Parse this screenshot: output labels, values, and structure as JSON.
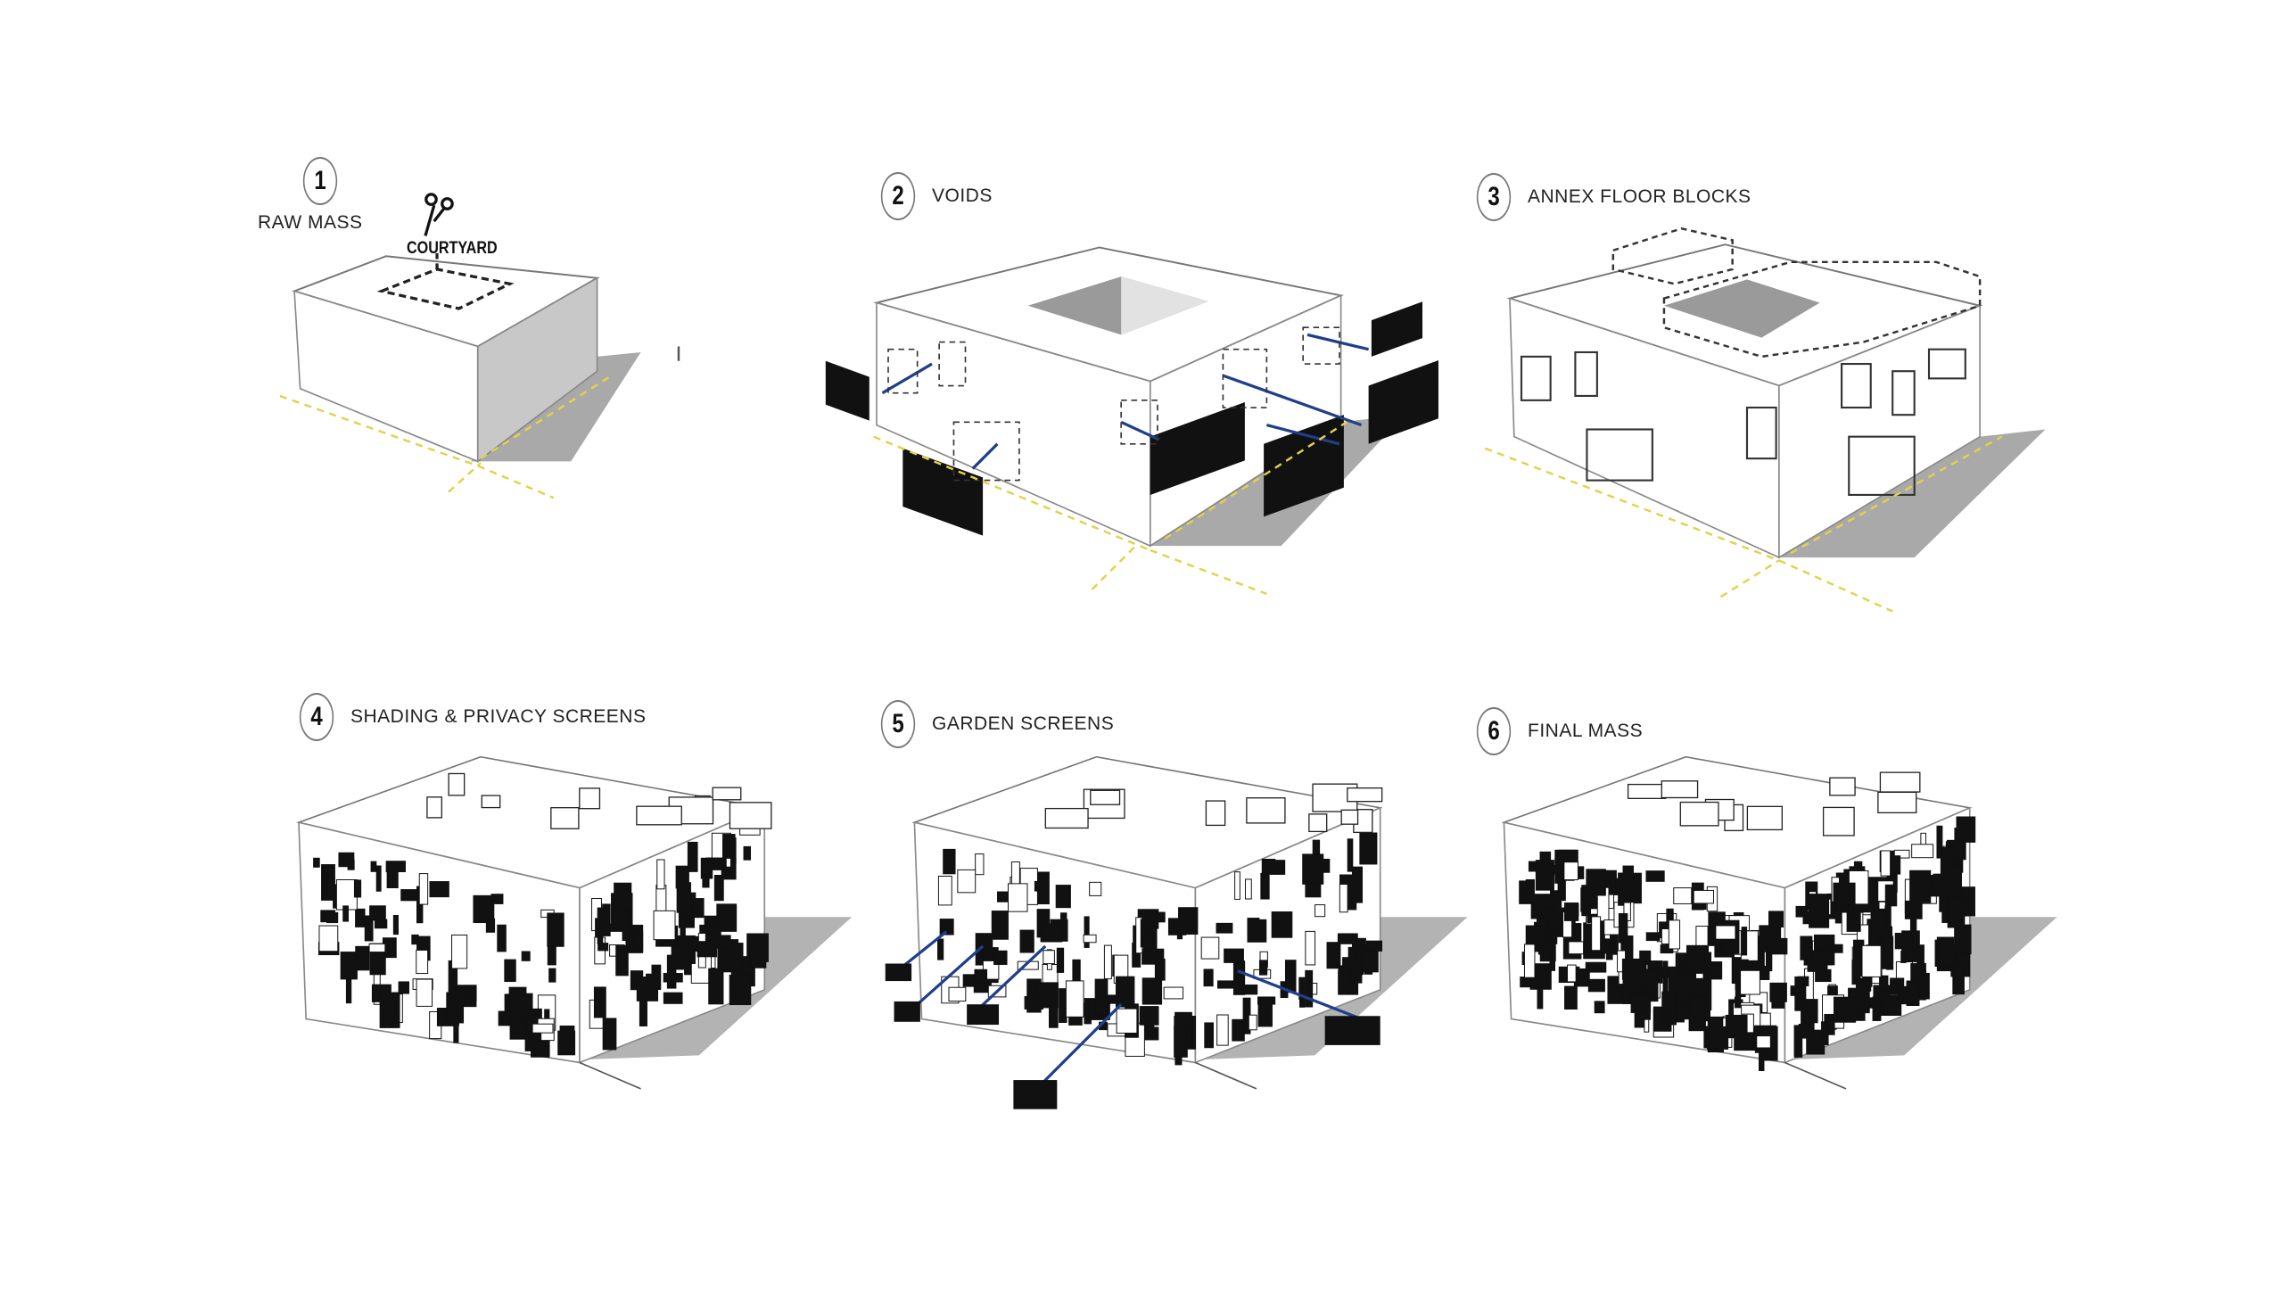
{
  "steps": [
    {
      "number": "1",
      "label": "RAW MASS"
    },
    {
      "number": "2",
      "label": "VOIDS"
    },
    {
      "number": "3",
      "label": "ANNEX FLOOR BLOCKS"
    },
    {
      "number": "4",
      "label": "SHADING & PRIVACY SCREENS"
    },
    {
      "number": "5",
      "label": "GARDEN SCREENS"
    },
    {
      "number": "6",
      "label": "FINAL MASS"
    }
  ],
  "annotations": {
    "courtyard": "COURTYARD"
  },
  "icons": [
    "scissors-icon"
  ],
  "colors": {
    "arrow": "#1f3f8a",
    "guide": "#e3d24a",
    "shadow": "#b3b3b3",
    "side": "#c8c8c8"
  }
}
